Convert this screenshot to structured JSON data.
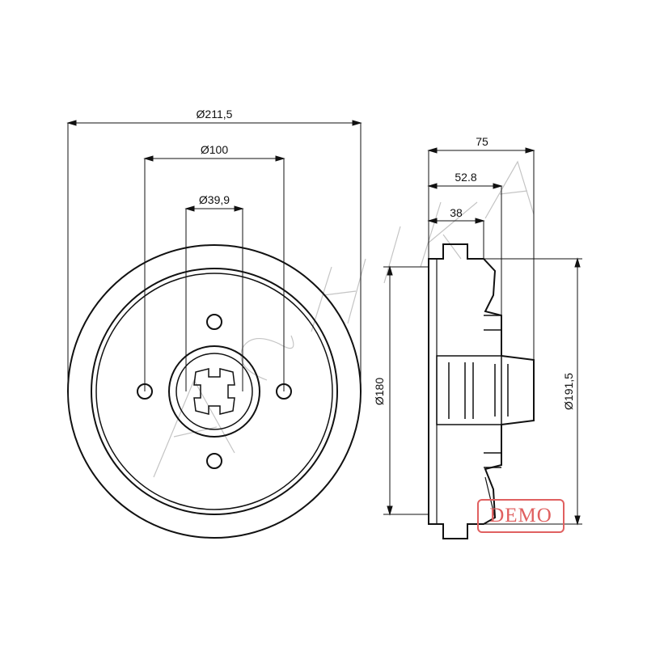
{
  "front_view": {
    "dim_outer_diameter": "Ø211,5",
    "dim_bolt_circle": "Ø100",
    "dim_center_bore": "Ø39,9"
  },
  "side_view": {
    "dim_total_height": "75",
    "dim_hub_height": "52.8",
    "dim_flange_height": "38",
    "dim_inner_diameter": "Ø180",
    "dim_drum_diameter": "Ø191,5"
  },
  "watermark": {
    "brand": "ASHIKA",
    "demo_label": "DEMO"
  },
  "colors": {
    "line": "#111111",
    "watermark": "#b9b9b9",
    "stamp": "#e06060"
  }
}
